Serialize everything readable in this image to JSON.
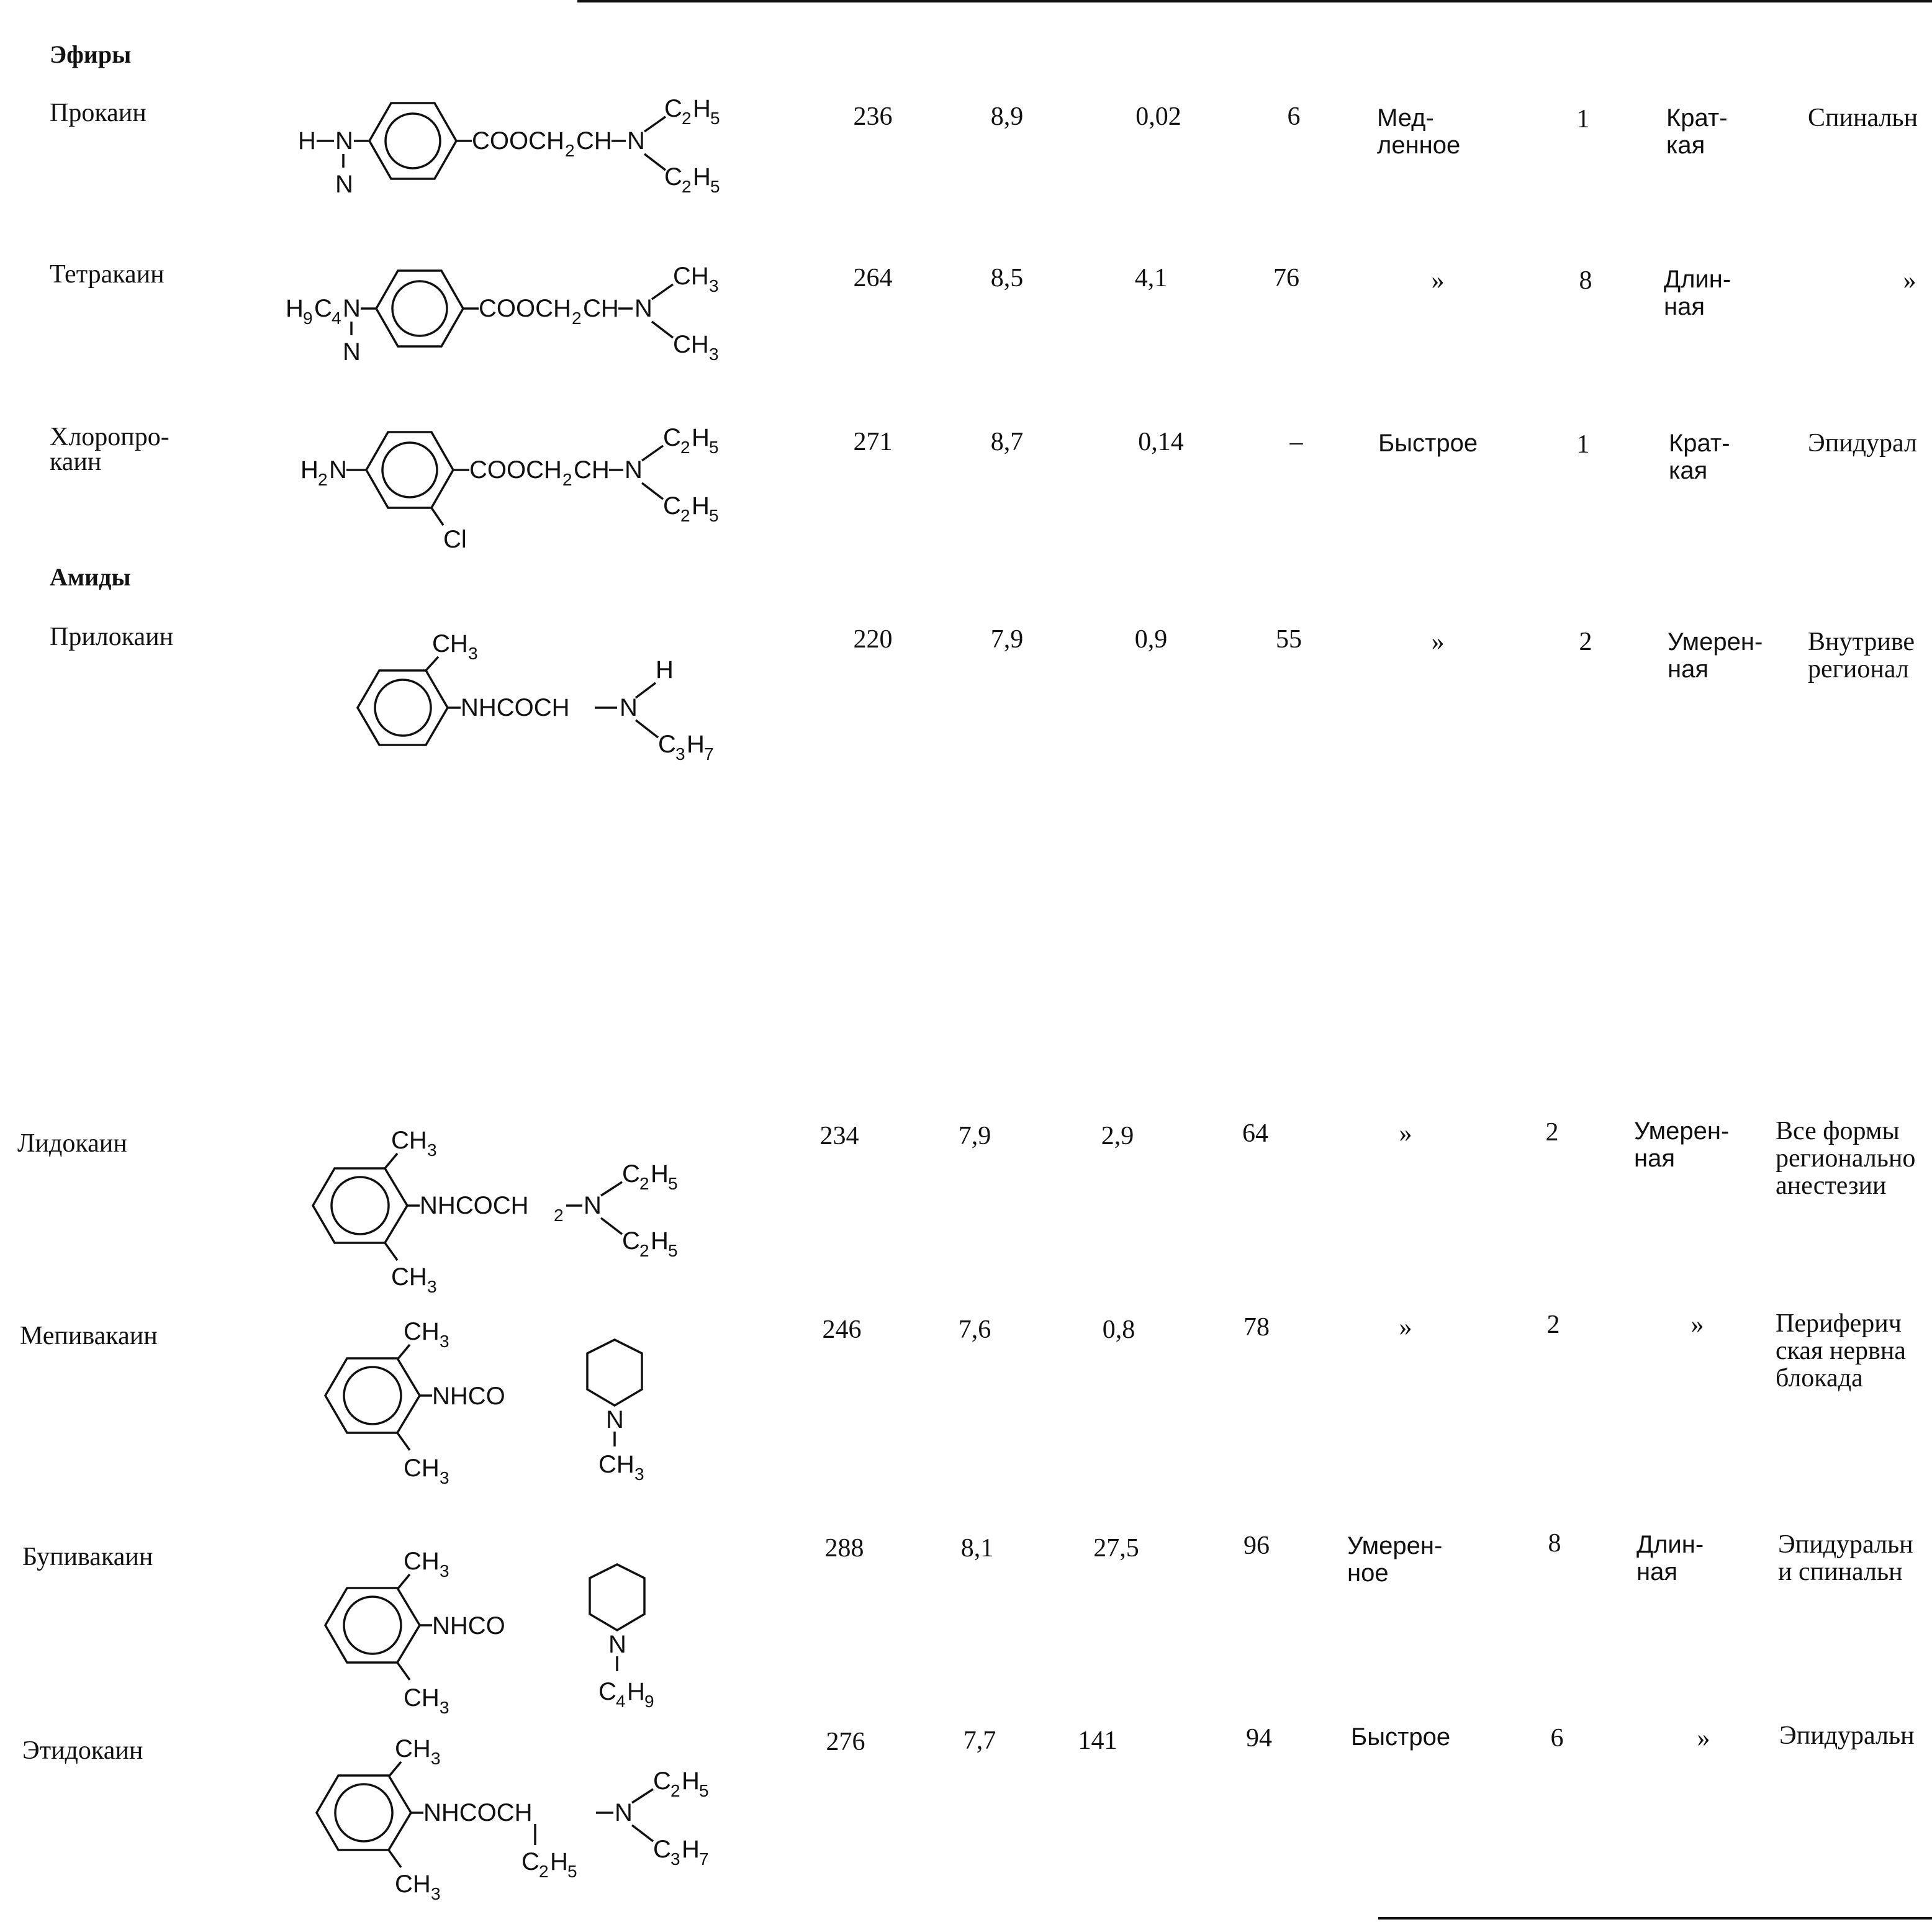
{
  "section_esters": "Эфиры",
  "section_amides": "Амиды",
  "rows": [
    {
      "name": "Прокаин",
      "mw": "236",
      "pka": "8,9",
      "solubility": "0,02",
      "binding": "6",
      "onset": "Мед-\nленное",
      "potency": "1",
      "duration": "Крат-\nкая",
      "use": "Спинальн"
    },
    {
      "name": "Тетракаин",
      "mw": "264",
      "pka": "8,5",
      "solubility": "4,1",
      "binding": "76",
      "onset": "»",
      "potency": "8",
      "duration": "Длин-\nная",
      "use": "»"
    },
    {
      "name": "Хлоропро-\nкаин",
      "mw": "271",
      "pka": "8,7",
      "solubility": "0,14",
      "binding": "–",
      "onset": "Быстрое",
      "potency": "1",
      "duration": "Крат-\nкая",
      "use": "Эпидурал"
    },
    {
      "name": "Прилокаин",
      "mw": "220",
      "pka": "7,9",
      "solubility": "0,9",
      "binding": "55",
      "onset": "»",
      "potency": "2",
      "duration": "Умерен-\nная",
      "use": "Внутриве\nрегионал"
    },
    {
      "name": "Лидокаин",
      "mw": "234",
      "pka": "7,9",
      "solubility": "2,9",
      "binding": "64",
      "onset": "»",
      "potency": "2",
      "duration": "Умерен-\nная",
      "use": "Все формы\nрегионально\nанестезии"
    },
    {
      "name": "Мепивакаин",
      "mw": "246",
      "pka": "7,6",
      "solubility": "0,8",
      "binding": "78",
      "onset": "»",
      "potency": "2",
      "duration": "»",
      "use": "Периферич\nская нервна\nблокада"
    },
    {
      "name": "Бупивакаин",
      "mw": "288",
      "pka": "8,1",
      "solubility": "27,5",
      "binding": "96",
      "onset": "Умерен-\nное",
      "potency": "8",
      "duration": "Длин-\nная",
      "use": "Эпидуральн\nи спинальн"
    },
    {
      "name": "Этидокаин",
      "mw": "276",
      "pka": "7,7",
      "solubility": "141",
      "binding": "94",
      "onset": "Быстрое",
      "potency": "6",
      "duration": "»",
      "use": "Эпидуральн"
    }
  ],
  "formula_labels": {
    "procaine": {
      "h": "H",
      "n": "N",
      "n2": "N",
      "chain": "COOCH",
      "sub2": "2",
      "ch": "CH",
      "n3": "N",
      "c": "C",
      "s2": "2",
      "h5": "H",
      "s5": "5"
    },
    "tetracaine": {
      "h": "H",
      "s9": "9",
      "c": "C",
      "s4": "4",
      "n": "N",
      "n2": "N",
      "chain": "COOCH",
      "sub2": "2",
      "ch": "CH",
      "n3": "N",
      "ch3": "CH",
      "s3": "3"
    },
    "chloroprocaine": {
      "h": "H",
      "s2": "2",
      "n": "N",
      "chain": "COOCH",
      "ch": "CH",
      "n3": "N",
      "c": "C",
      "h5": "H",
      "s5": "5",
      "cl": "Cl"
    },
    "prilocaine": {
      "ch": "CH",
      "s3": "3",
      "nh": "NHCOCH",
      "n": "N",
      "h": "H",
      "c": "C",
      "h7": "H",
      "s7": "7"
    },
    "lidocaine": {
      "ch": "CH",
      "s3": "3",
      "nh": "NHCOCH",
      "s2": "2",
      "n": "N",
      "c": "C",
      "h5": "H",
      "s5": "5"
    },
    "mepivacaine": {
      "ch": "CH",
      "s3": "3",
      "nh": "NHCO",
      "n": "N"
    },
    "bupivacaine": {
      "ch": "CH",
      "s3": "3",
      "nh": "NHCO",
      "n": "N",
      "c": "C",
      "s4": "4",
      "h": "H",
      "s9": "9"
    },
    "etidocaine": {
      "ch": "CH",
      "s3": "3",
      "nh": "NHCOCH",
      "n": "N",
      "c": "C",
      "s2": "2",
      "h5": "H",
      "s5": "5",
      "h7": "H",
      "s7": "7"
    }
  }
}
